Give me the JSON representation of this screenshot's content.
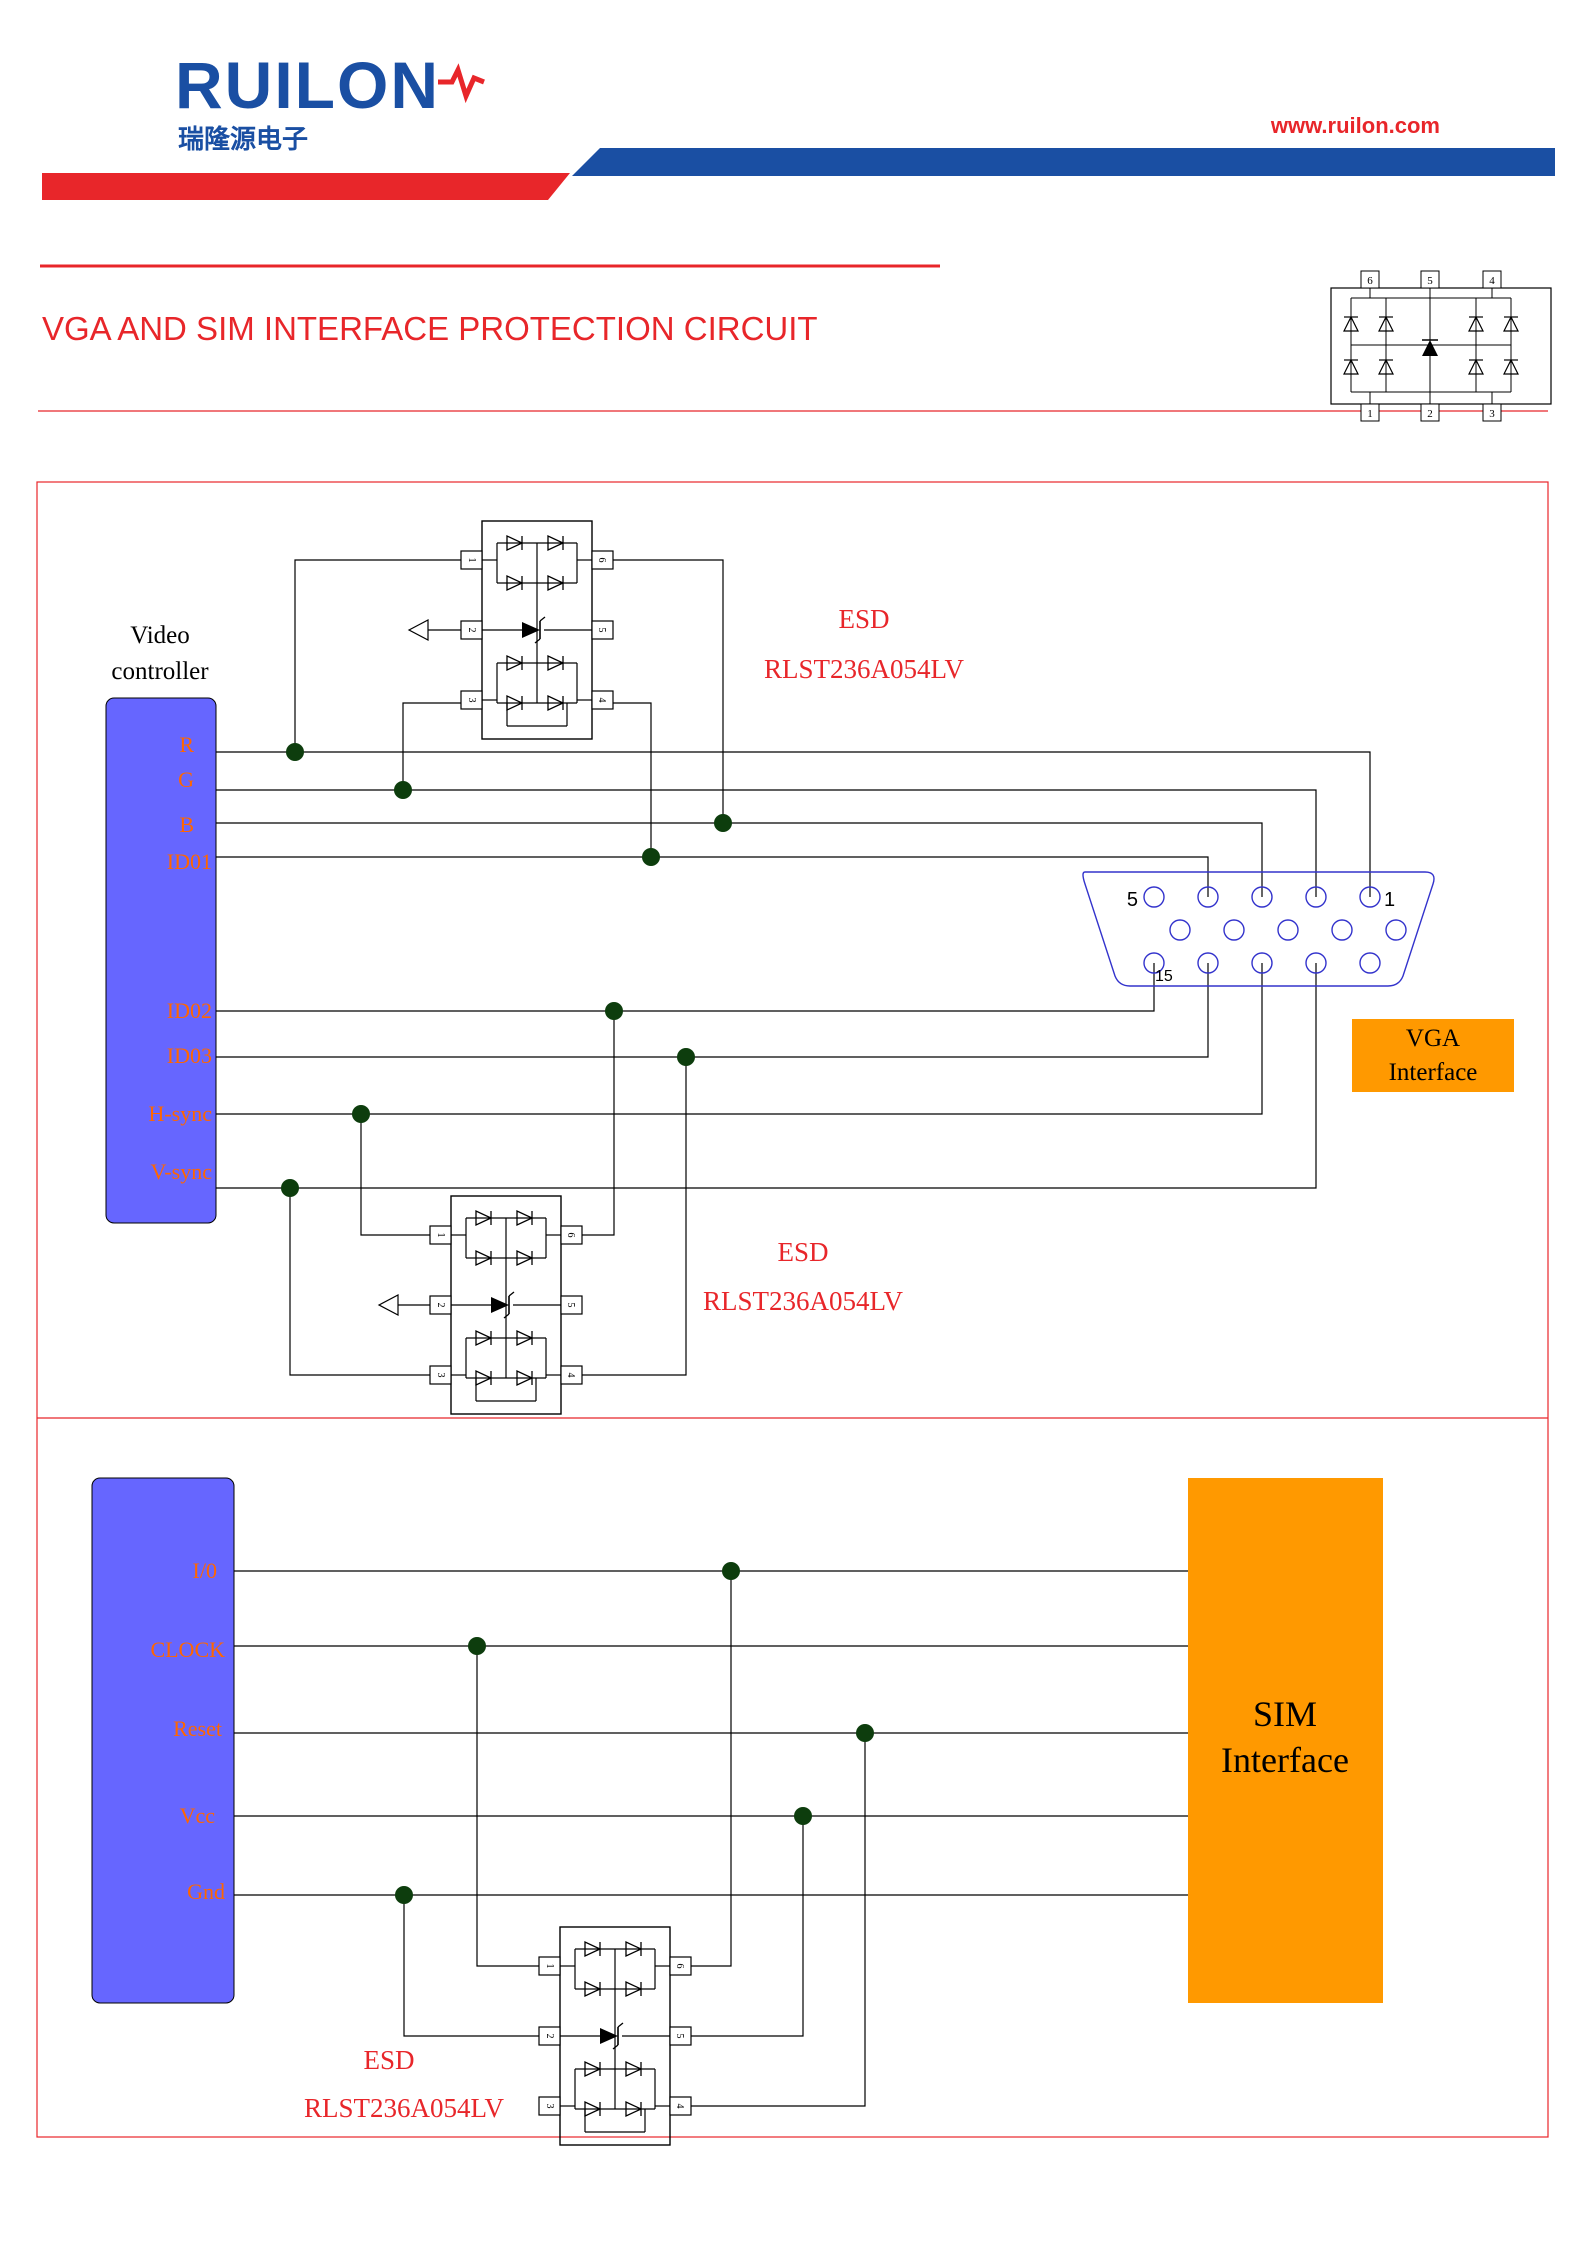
{
  "header": {
    "logo_text": "RUILON",
    "logo_subtitle": "瑞隆源电子",
    "website": "www.ruilon.com"
  },
  "title": "VGA AND SIM INTERFACE PROTECTION CIRCUIT",
  "package_pins": {
    "top": [
      "6",
      "5",
      "4"
    ],
    "bottom": [
      "1",
      "2",
      "3"
    ]
  },
  "vga": {
    "controller_label_1": "Video",
    "controller_label_2": "controller",
    "signals": [
      "R",
      "G",
      "B",
      "ID01",
      "ID02",
      "ID03",
      "H-sync",
      "V-sync"
    ],
    "connector_pin_labels": {
      "pin5": "5",
      "pin1": "1",
      "pin15": "15"
    },
    "interface_label_1": "VGA",
    "interface_label_2": "Interface",
    "esd_label": "ESD",
    "esd_part": "RLST236A054LV"
  },
  "sim": {
    "signals": [
      "I/0",
      "CLOCK",
      "Reset",
      "Vcc",
      "Gnd"
    ],
    "interface_label_1": "SIM",
    "interface_label_2": "Interface",
    "esd_label": "ESD",
    "esd_part": "RLST236A054LV"
  },
  "colors": {
    "accent_red": "#e8262a",
    "brand_blue": "#1a4fa3",
    "controller_fill": "#6666ff",
    "interface_fill": "#ff9900",
    "pin_label": "#ff6600",
    "node": "#0d3d0d"
  }
}
